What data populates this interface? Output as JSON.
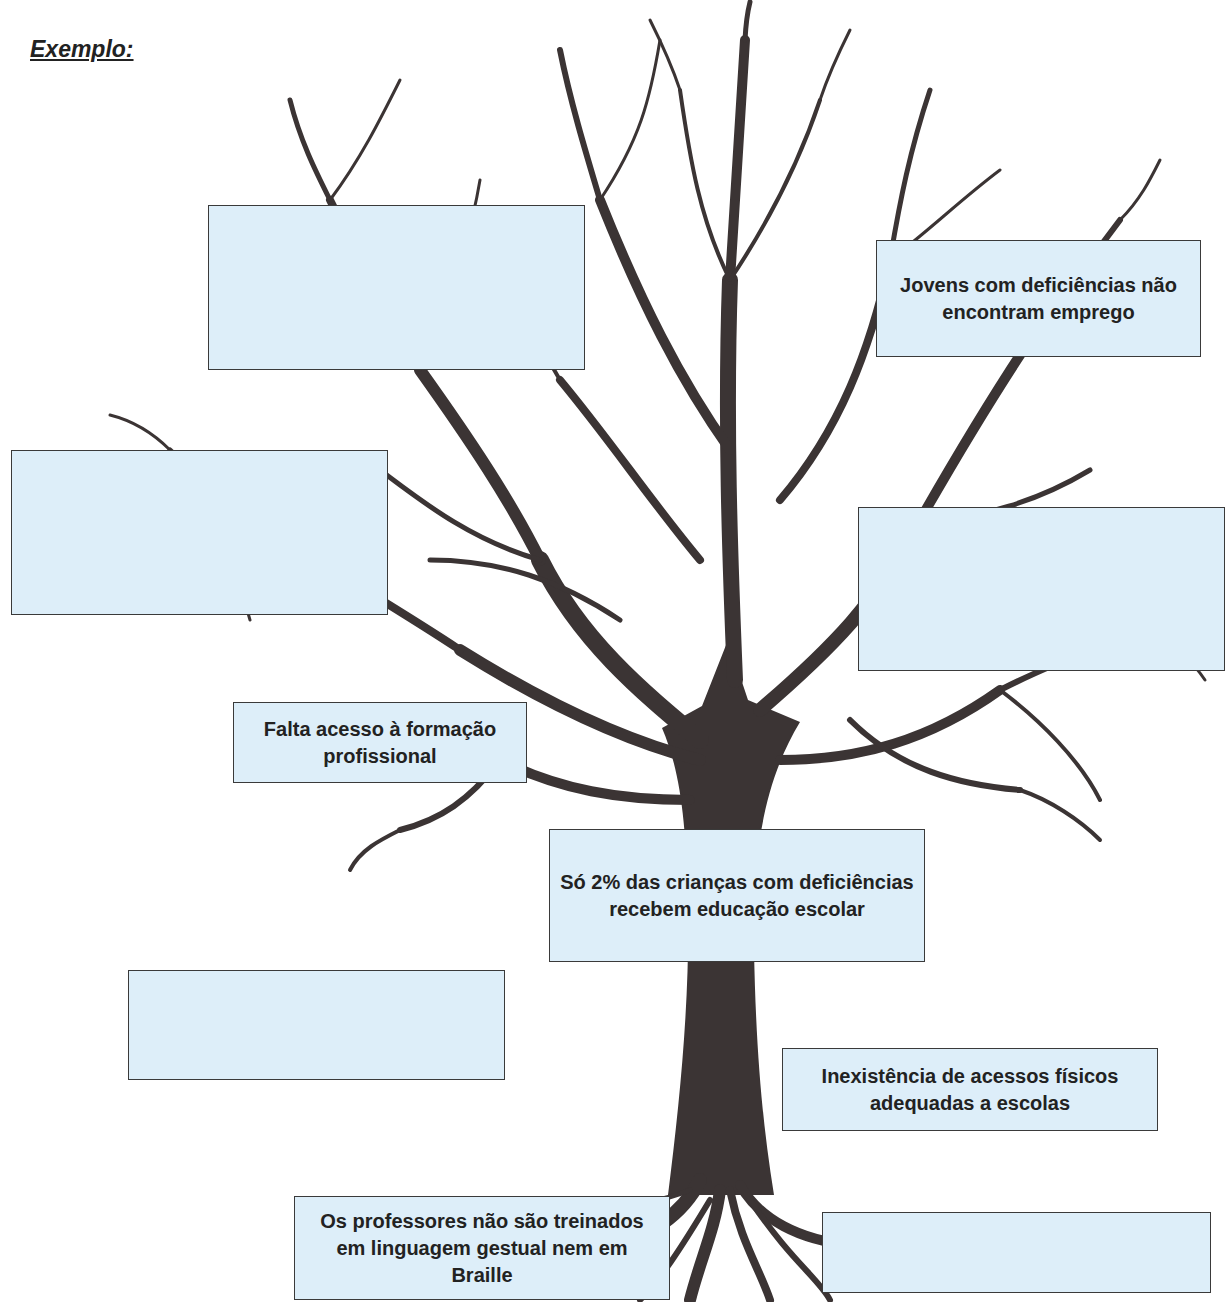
{
  "diagram": {
    "title": "Exemplo:",
    "nodes": [
      {
        "text": [
          "Jovens com deficiências não encontram emprego"
        ]
      },
      {
        "text": [
          "Falta acesso à formação profissional"
        ]
      },
      {
        "text": [
          "Só 2% das crianças com deficiências recebem educação escolar"
        ]
      },
      {
        "text": [
          "Inexistência de acessos físicos adequadas a escolas"
        ]
      },
      {
        "text": [
          "Os professores não são treinados em linguagem gestual nem em Braille"
        ]
      }
    ]
  }
}
